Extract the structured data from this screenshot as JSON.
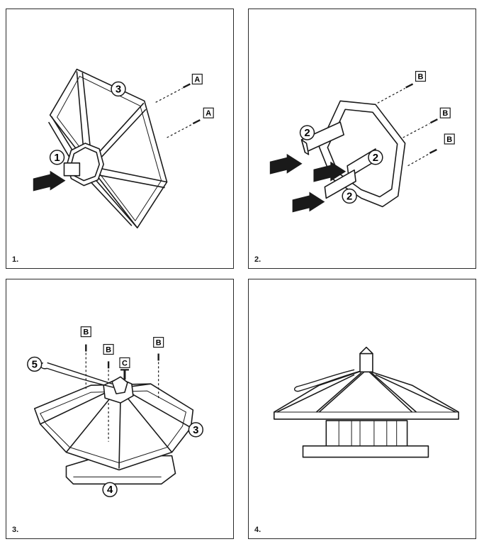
{
  "steps": [
    {
      "number": "1."
    },
    {
      "number": "2."
    },
    {
      "number": "3."
    },
    {
      "number": "4."
    }
  ],
  "panel1": {
    "callout_hub": "1",
    "callout_roof": "3",
    "screw_tags": [
      "A",
      "A"
    ]
  },
  "panel2": {
    "callouts": [
      "2",
      "2",
      "2"
    ],
    "screw_tags": [
      "B",
      "B",
      "B"
    ]
  },
  "panel3": {
    "callout_rope": "5",
    "callout_roof": "3",
    "callout_base": "4",
    "screw_tags": [
      "B",
      "B",
      "B",
      "C"
    ]
  }
}
